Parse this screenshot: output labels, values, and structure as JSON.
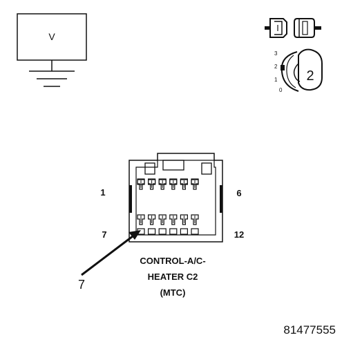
{
  "voltmeter": {
    "symbol": "V"
  },
  "ignition_key": {
    "positions": [
      "3",
      "2",
      "1",
      "0"
    ],
    "selected": "2"
  },
  "connector": {
    "title_line1": "CONTROL-A/C-",
    "title_line2": "HEATER C2",
    "title_line3": "(MTC)",
    "pin_top_left": "1",
    "pin_top_right": "6",
    "pin_bottom_left": "7",
    "pin_bottom_right": "12",
    "probe_pin": "7"
  },
  "figure_number": "81477555"
}
